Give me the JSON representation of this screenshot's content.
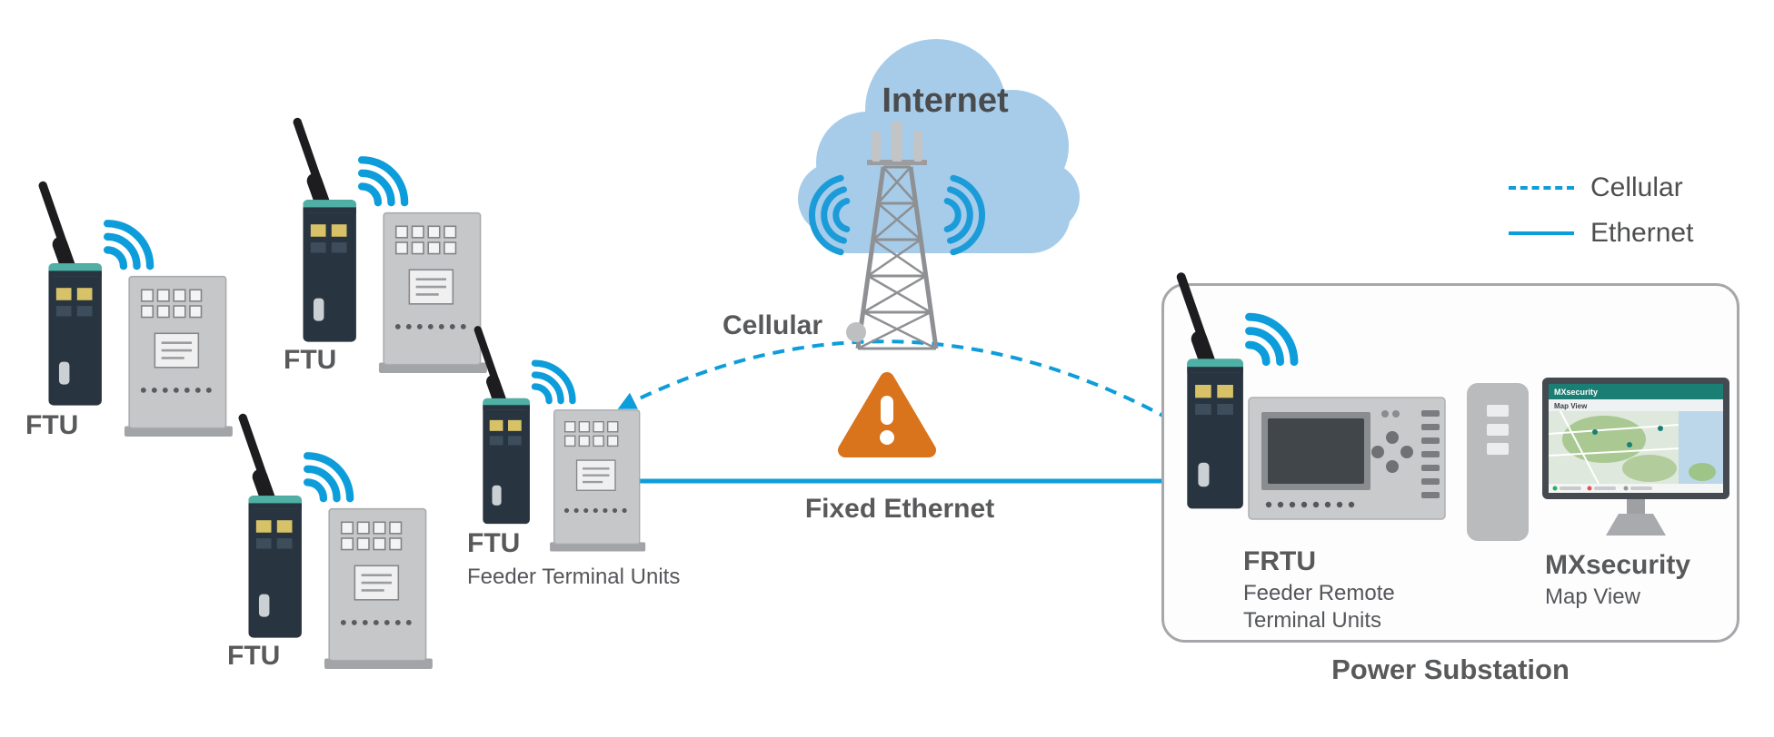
{
  "internet": {
    "label": "Internet"
  },
  "cellular_tower": {
    "label": "Cellular"
  },
  "legend": {
    "cellular": "Cellular",
    "ethernet": "Ethernet"
  },
  "connections": {
    "fixed_ethernet": "Fixed Ethernet"
  },
  "ftu_units": [
    {
      "label": "FTU"
    },
    {
      "label": "FTU"
    },
    {
      "label": "FTU"
    },
    {
      "label": "FTU",
      "description": "Feeder Terminal Units"
    }
  ],
  "power_substation": {
    "label": "Power Substation",
    "frtu": {
      "label": "FRTU",
      "description_line1": "Feeder Remote",
      "description_line2": "Terminal Units"
    },
    "mxsecurity": {
      "label": "MXsecurity",
      "description": "Map View",
      "screen_title": "MXsecurity",
      "screen_menu": "Map View"
    }
  },
  "colors": {
    "link_blue": "#0D9DDB",
    "cloud_blue": "#A6CCEA",
    "warning_orange": "#D9731C",
    "text_gray": "#58595B"
  }
}
